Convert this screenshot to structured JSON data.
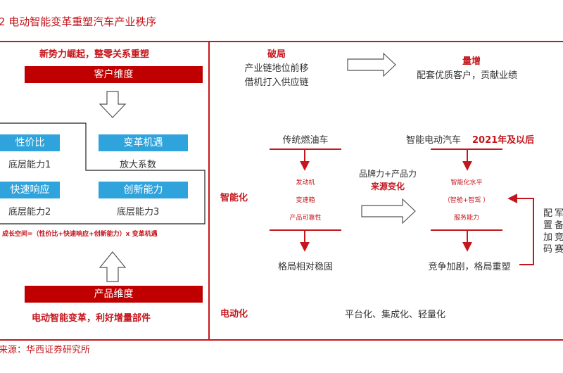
{
  "header": {
    "title": "2 电动智能变革重塑汽车产业秩序"
  },
  "left": {
    "new_forces": "新势力崛起，整零关系重塑",
    "customer_dimension": "客户维度",
    "boxes": [
      {
        "label": "性价比",
        "caption": "底层能力1"
      },
      {
        "label": "变革机遇",
        "caption": "放大系数"
      },
      {
        "label": "快速响应",
        "caption": "底层能力2"
      },
      {
        "label": "创新能力",
        "caption": "底层能力3"
      }
    ],
    "formula": "成长空间=（性价比+快速响应+创新能力）x 变革机遇",
    "product_dimension": "产品维度",
    "product_benefit": "电动智能变革，利好增量部件"
  },
  "top_row": {
    "po_title": "破局",
    "po_line1": "产业链地位前移",
    "po_line2": "借机打入供应链",
    "liang_title": "量增",
    "liang_text": "配套优质客户，贡献业绩"
  },
  "intelligence": {
    "label": "智能化",
    "traditional": "传统燃油车",
    "trad_items": [
      "发动机",
      "变速箱",
      "产品可靠性"
    ],
    "trad_result": "格局相对稳固",
    "middle_line1": "品牌力+产品力",
    "middle_line2": "来源变化",
    "smart_car": "智能电动汽车",
    "year": "2021年及以后",
    "smart_items": [
      "智能化水平",
      "（智舱+智驾 ）",
      "服务能力"
    ],
    "smart_result": "竞争加剧，格局重塑",
    "right_cut_col1": [
      "配",
      "置",
      "加",
      "码"
    ],
    "right_cut_col2": [
      "军",
      "备",
      "竞",
      "赛"
    ]
  },
  "electrification": {
    "label": "电动化",
    "text": "平台化、集成化、轻量化"
  },
  "footer": {
    "source": "来源：华西证券研究所"
  },
  "colors": {
    "accent_red": "#c4161c",
    "bar_red": "#c00000",
    "box_blue": "#2fa3dc"
  }
}
